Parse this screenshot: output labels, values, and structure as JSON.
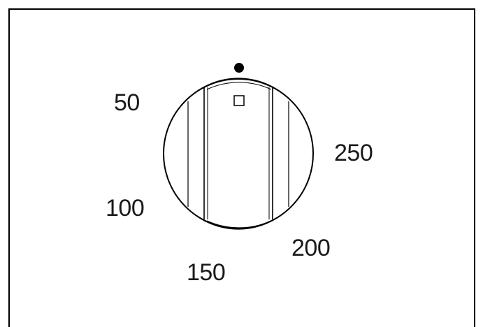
{
  "dial": {
    "scale_labels": [
      "50",
      "100",
      "150",
      "200",
      "250"
    ],
    "stroke_color": "#000000",
    "indicator": "dot-marker-icon",
    "pointer": "square-pointer-icon"
  }
}
